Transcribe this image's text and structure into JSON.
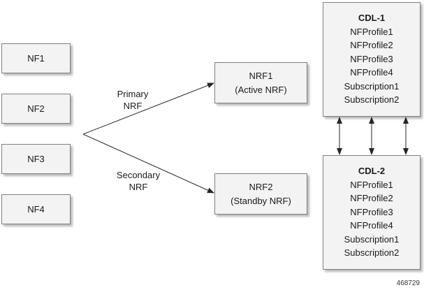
{
  "nfs": [
    "NF1",
    "NF2",
    "NF3",
    "NF4"
  ],
  "nrf1": {
    "line1": "NRF1",
    "line2": "(Active NRF)"
  },
  "nrf2": {
    "line1": "NRF2",
    "line2": "(Standby NRF)"
  },
  "labels": {
    "primary": [
      "Primary",
      "NRF"
    ],
    "secondary": [
      "Secondary",
      "NRF"
    ]
  },
  "cdl1": {
    "title": "CDL-1",
    "items": [
      "NFProfile1",
      "NFProfile2",
      "NFProfile3",
      "NFProfile4",
      "Subscription1",
      "Subscription2"
    ]
  },
  "cdl2": {
    "title": "CDL-2",
    "items": [
      "NFProfile1",
      "NFProfile2",
      "NFProfile3",
      "NFProfile4",
      "Subscription1",
      "Subscription2"
    ]
  },
  "figure_id": "468729"
}
